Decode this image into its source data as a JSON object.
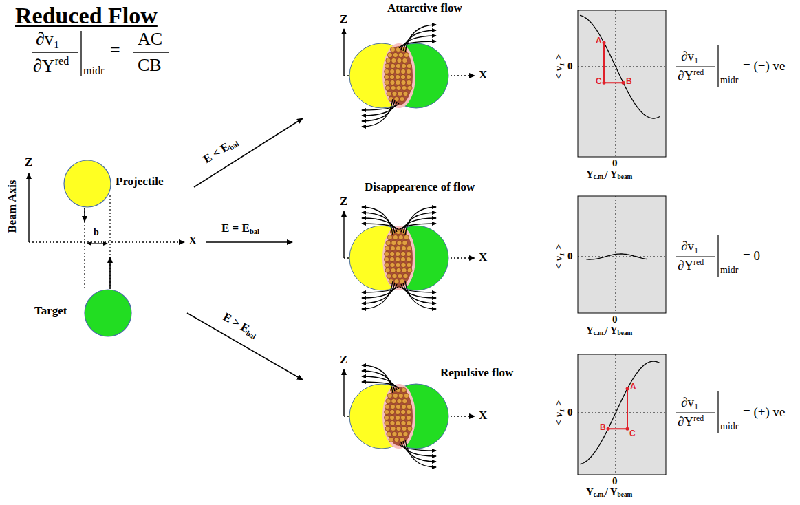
{
  "diagram": {
    "title": "Reduced Flow",
    "nodes": [
      {
        "text": [
          "Projectile"
        ]
      },
      {
        "text": [
          "Target"
        ]
      }
    ],
    "labels": [
      "Z",
      "X",
      "Beam Axis",
      "b",
      "E < E",
      "bal",
      "E = E",
      "bal",
      "E > E",
      "bal",
      "∂v₁",
      "∂Y",
      "red",
      "midr",
      "=",
      "AC",
      "CB",
      "Attarctive flow",
      "Z",
      "X",
      "< v₁ >",
      "0",
      "A",
      "C",
      "B",
      "0",
      "Y",
      "c.m.",
      "/ Y",
      "beam",
      "∂v₁",
      "∂Y",
      "red",
      "midr",
      "= (−) ve",
      "Disappearence of flow",
      "Z",
      "X",
      "< v₁ >",
      "0",
      "0",
      "Y",
      "c.m.",
      "/ Y",
      "beam",
      "∂v₁",
      "∂Y",
      "red",
      "midr",
      "= 0",
      "Repulsive flow",
      "Z",
      "X",
      "< v₁ >",
      "0",
      "A",
      "B",
      "C",
      "0",
      "Y",
      "c.m.",
      "/ Y",
      "beam",
      "∂v₁",
      "∂Y",
      "red",
      "midr",
      "= (+) ve"
    ]
  }
}
